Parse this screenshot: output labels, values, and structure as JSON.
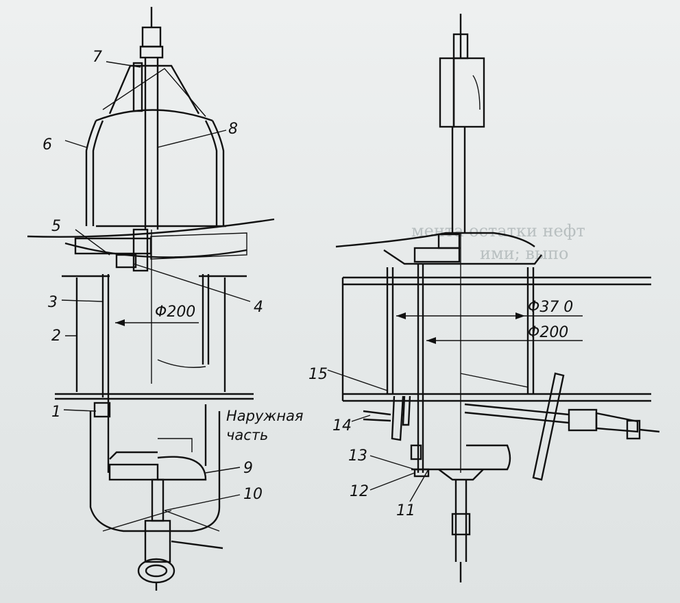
{
  "labels": {
    "n1": "1",
    "n2": "2",
    "n3": "3",
    "n4": "4",
    "n5": "5",
    "n6": "6",
    "n7": "7",
    "n8": "8",
    "n9": "9",
    "n10": "10",
    "n11": "11",
    "n12": "12",
    "n13": "13",
    "n14": "14",
    "n15": "15"
  },
  "dimensions": {
    "left_diameter": "Φ200",
    "right_outer_diameter": "Φ37 0",
    "right_inner_diameter": "Φ200"
  },
  "notes": {
    "outer_part_line1": "Наружная",
    "outer_part_line2": "часть"
  },
  "background_text": {
    "line1": "мента  остатки  нефт",
    "line2": "ими; выпо"
  },
  "colors": {
    "ink": "#111111",
    "paper": "#e9ecec"
  }
}
